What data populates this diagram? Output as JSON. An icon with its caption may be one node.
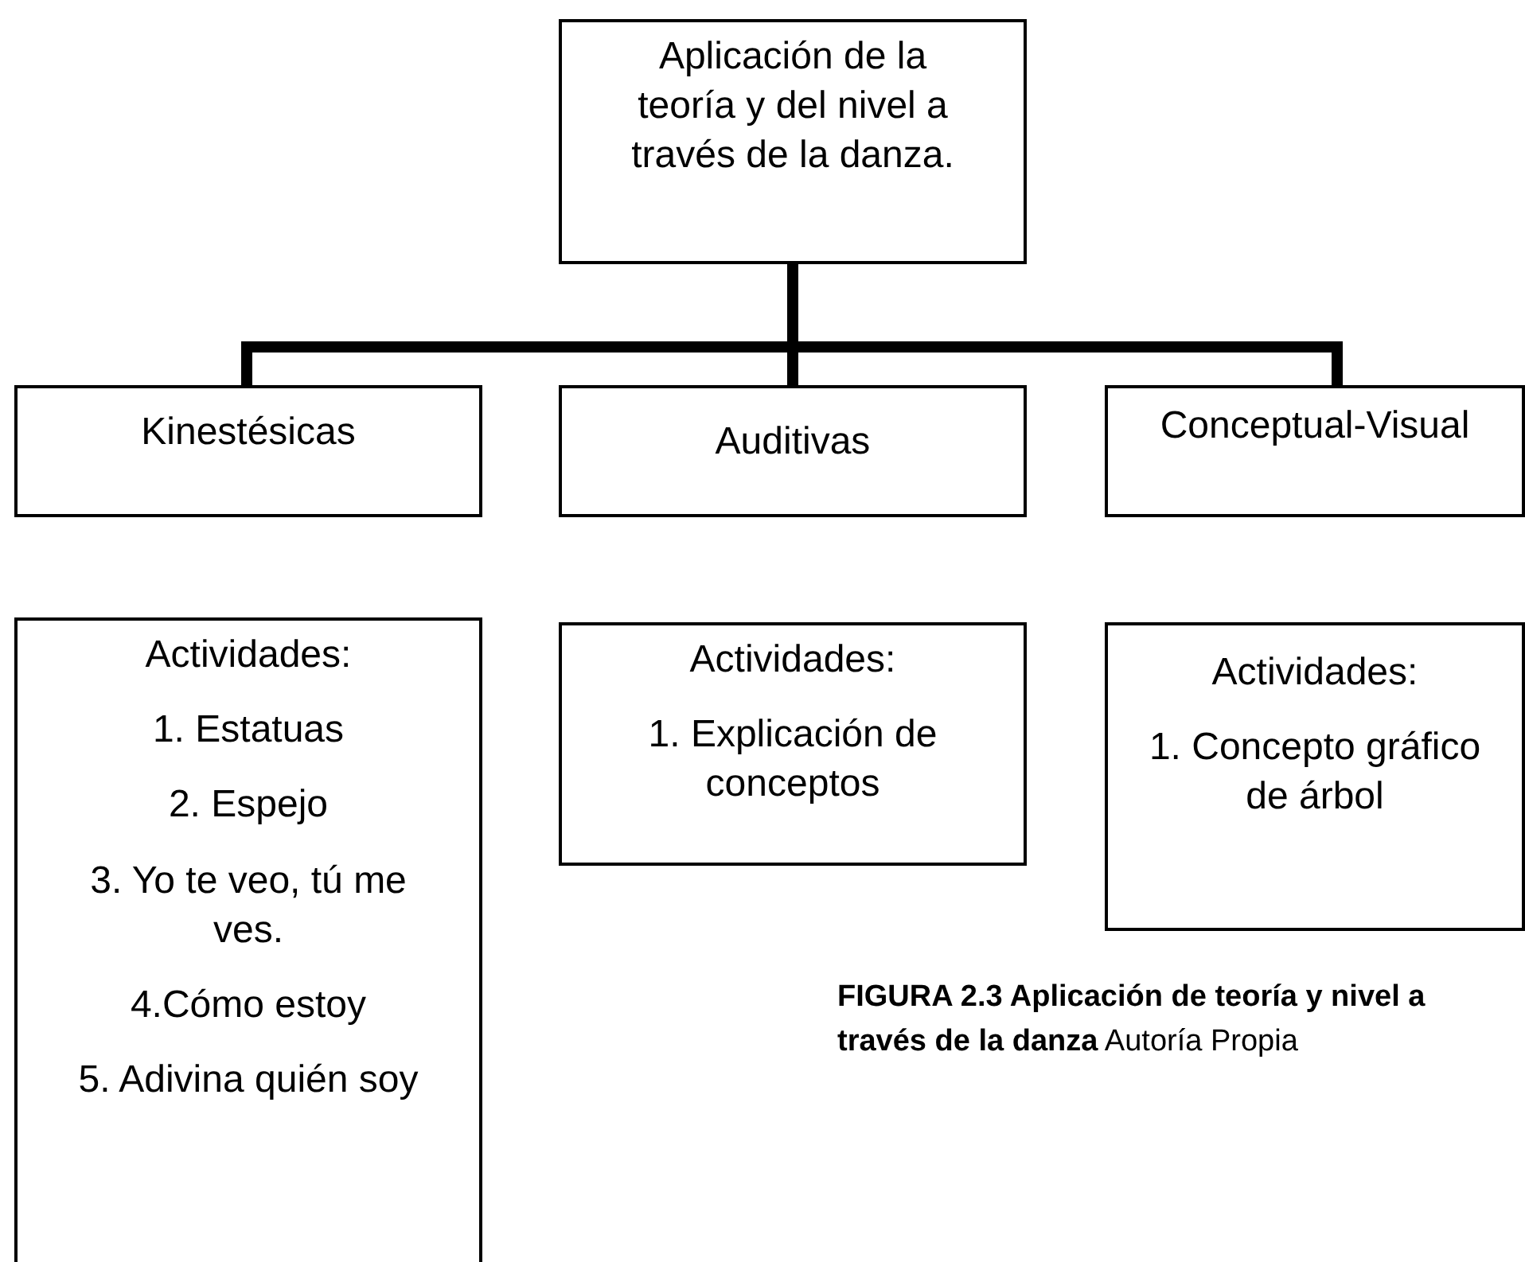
{
  "diagram": {
    "caption": "**FIGURA 2.3 Aplicación de teoría y nivel a través de la danza** Autoría Propia",
    "nodes": [
      {
        "text": [
          "Aplicación de la teoría y del nivel a través de la danza."
        ]
      },
      {
        "text": [
          "Kinestésicas"
        ]
      },
      {
        "text": [
          "Auditivas"
        ]
      },
      {
        "text": [
          "Conceptual-Visual"
        ]
      },
      {
        "text": [
          "Actividades:",
          "1. Estatuas",
          "2. Espejo",
          "3. Yo te veo, tú me ves.",
          "4.Cómo estoy",
          "5. Adivina quién soy"
        ]
      },
      {
        "text": [
          "Actividades:",
          "1. Explicación de conceptos"
        ]
      },
      {
        "text": [
          "Actividades:",
          "1. Concepto gráfico de árbol"
        ]
      }
    ],
    "edges": [
      {
        "from": 0,
        "to": 1,
        "arrow": "none"
      },
      {
        "from": 0,
        "to": 2,
        "arrow": "none"
      },
      {
        "from": 0,
        "to": 3,
        "arrow": "none"
      }
    ]
  }
}
